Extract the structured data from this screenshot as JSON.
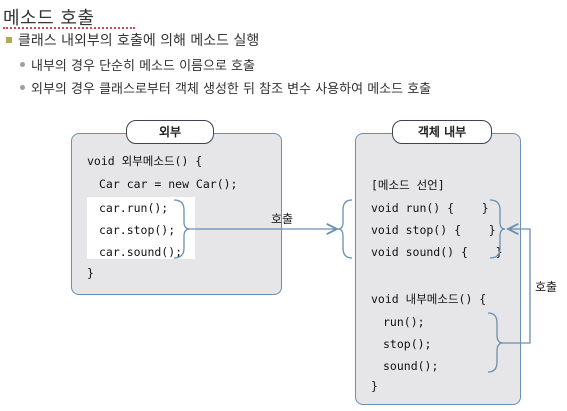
{
  "title": "메소드 호출",
  "bullet": "클래스 내외부의 호출에 의해 메소드 실행",
  "sub_bullets": [
    "내부의 경우 단순히 메소드 이름으로 호출",
    "외부의 경우 클래스로부터 객체 생성한 뒤 참조 변수 사용하여 메소드 호출"
  ],
  "left_box": {
    "tab": "외부",
    "lines": [
      "void 외부메소드() {",
      "Car car = new Car();",
      "car.run();",
      "car.stop();",
      "car.sound();",
      "}"
    ]
  },
  "right_box": {
    "tab": "객체 내부",
    "lines": [
      "[메소드 선언]",
      "void run() {    }",
      "void stop() {    }",
      "void sound() {    }",
      "void 내부메소드() {",
      "run();",
      "stop();",
      "sound();",
      "}"
    ]
  },
  "labels": {
    "call_external": "호출",
    "call_internal": "호출"
  },
  "colors": {
    "bullet_square": "#a9ad55",
    "box_fill": "#e6e6e8",
    "box_border": "#6a8fb0",
    "arrow": "#6a8fb0"
  }
}
